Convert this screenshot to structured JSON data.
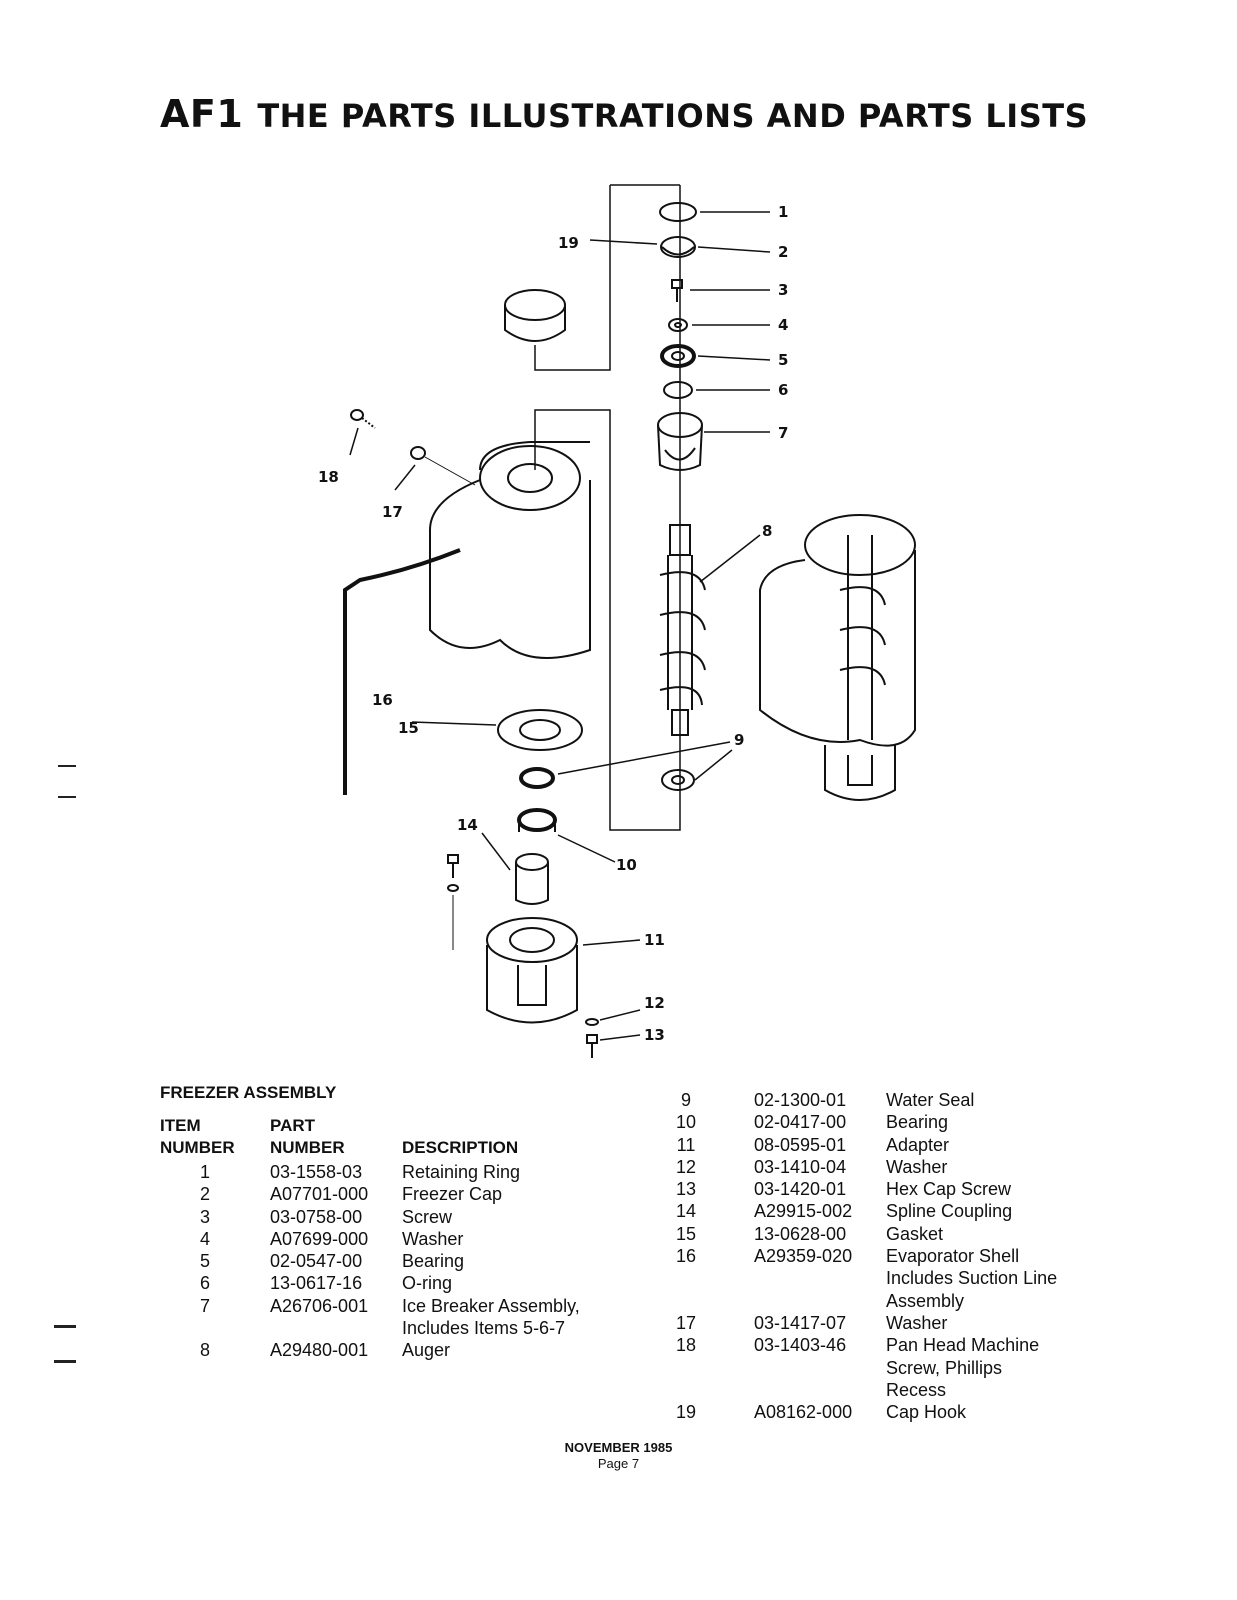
{
  "title": {
    "code": "AF1",
    "text": "THE PARTS ILLUSTRATIONS AND PARTS LISTS"
  },
  "illustration_labels": [
    "1",
    "2",
    "3",
    "4",
    "5",
    "6",
    "7",
    "8",
    "9",
    "10",
    "11",
    "12",
    "13",
    "14",
    "15",
    "16",
    "17",
    "18",
    "19"
  ],
  "section": {
    "title": "FREEZER ASSEMBLY",
    "headers": {
      "item1": "ITEM",
      "item2": "NUMBER",
      "part1": "PART",
      "part2": "NUMBER",
      "desc": "DESCRIPTION"
    }
  },
  "parts_left": [
    {
      "item": "1",
      "part": "03-1558-03",
      "desc": [
        "Retaining Ring"
      ]
    },
    {
      "item": "2",
      "part": "A07701-000",
      "desc": [
        "Freezer Cap"
      ]
    },
    {
      "item": "3",
      "part": "03-0758-00",
      "desc": [
        "Screw"
      ]
    },
    {
      "item": "4",
      "part": "A07699-000",
      "desc": [
        "Washer"
      ]
    },
    {
      "item": "5",
      "part": "02-0547-00",
      "desc": [
        "Bearing"
      ]
    },
    {
      "item": "6",
      "part": "13-0617-16",
      "desc": [
        "O-ring"
      ]
    },
    {
      "item": "7",
      "part": "A26706-001",
      "desc": [
        "Ice Breaker Assembly,",
        "Includes Items 5-6-7"
      ]
    },
    {
      "item": "8",
      "part": "A29480-001",
      "desc": [
        "Auger"
      ]
    }
  ],
  "parts_right": [
    {
      "item": "9",
      "part": "02-1300-01",
      "desc": [
        "Water Seal"
      ]
    },
    {
      "item": "10",
      "part": "02-0417-00",
      "desc": [
        "Bearing"
      ]
    },
    {
      "item": "11",
      "part": "08-0595-01",
      "desc": [
        "Adapter"
      ]
    },
    {
      "item": "12",
      "part": "03-1410-04",
      "desc": [
        "Washer"
      ]
    },
    {
      "item": "13",
      "part": "03-1420-01",
      "desc": [
        "Hex Cap Screw"
      ]
    },
    {
      "item": "14",
      "part": "A29915-002",
      "desc": [
        "Spline Coupling"
      ]
    },
    {
      "item": "15",
      "part": "13-0628-00",
      "desc": [
        "Gasket"
      ]
    },
    {
      "item": "16",
      "part": "A29359-020",
      "desc": [
        "Evaporator Shell",
        "Includes Suction Line",
        "Assembly"
      ]
    },
    {
      "item": "17",
      "part": "03-1417-07",
      "desc": [
        "Washer"
      ]
    },
    {
      "item": "18",
      "part": "03-1403-46",
      "desc": [
        "Pan Head Machine",
        "Screw, Phillips",
        "Recess"
      ]
    },
    {
      "item": "19",
      "part": "A08162-000",
      "desc": [
        "Cap Hook"
      ]
    }
  ],
  "footer": {
    "date": "NOVEMBER 1985",
    "page": "Page 7"
  }
}
